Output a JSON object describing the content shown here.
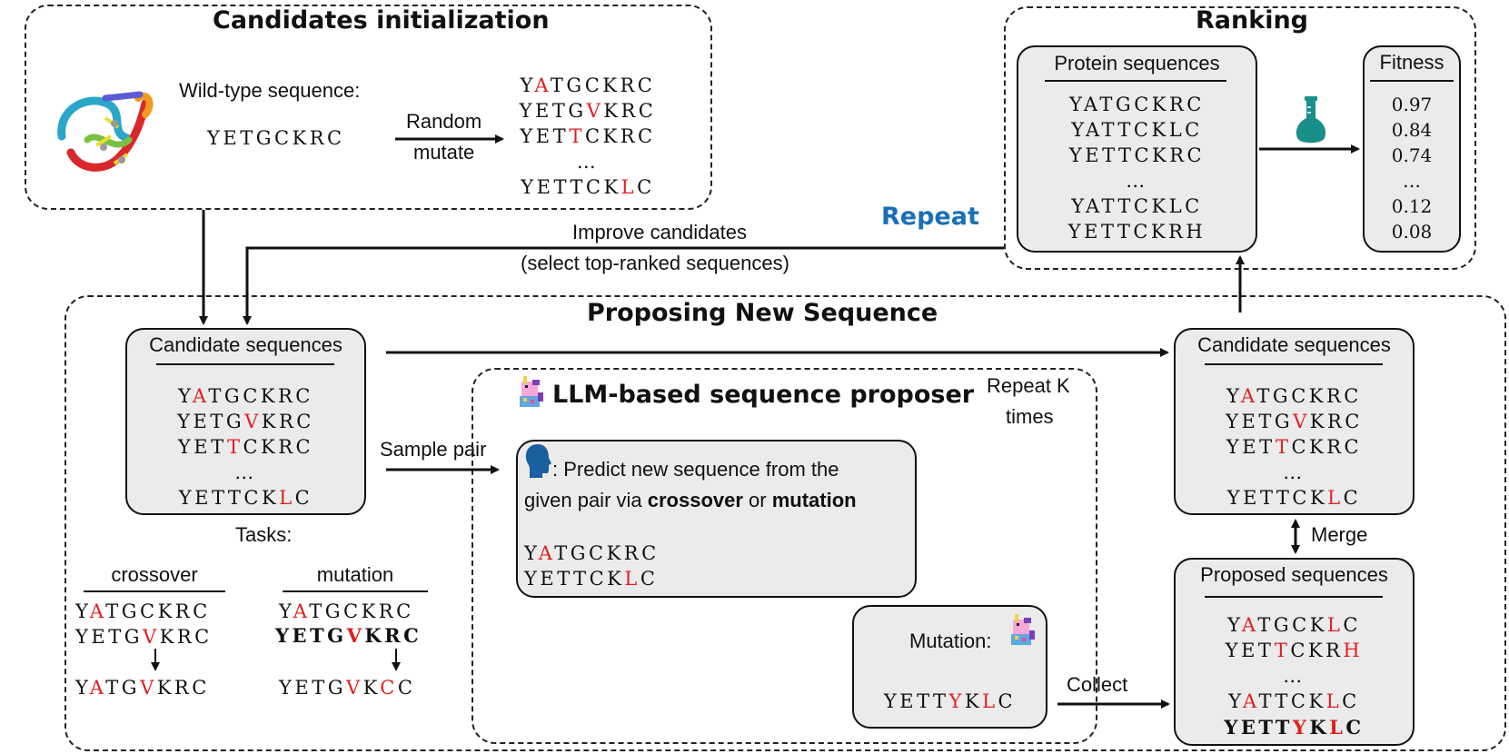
{
  "init": {
    "title": "Candidates initialization",
    "wild_type_label": "Wild-type sequence:",
    "wild_type_seq": "YETGCKRC",
    "arrow_label_1": "Random",
    "arrow_label_2": "mutate",
    "seqs": [
      "Y[A]TGCKRC",
      "YETG[V]KRC",
      "YET[T]CKRC",
      "...",
      "YETTCK[L]C"
    ]
  },
  "ranking": {
    "title": "Ranking",
    "protein_header": "Protein sequences",
    "protein_seqs": [
      "YATGCKRC",
      "YATTCKLC",
      "YETTCKRC",
      "...",
      "YATTCKLC",
      "YETTCKRH"
    ],
    "fitness_header": "Fitness",
    "fitness_values": [
      "0.97",
      "0.84",
      "0.74",
      "...",
      "0.12",
      "0.08"
    ]
  },
  "loop": {
    "repeat": "Repeat",
    "improve_1": "Improve candidates",
    "improve_2": "(select top-ranked sequences)"
  },
  "propose": {
    "title": "Proposing  New Sequence",
    "candidates_header": "Candidate sequences",
    "candidate_seqs": [
      "Y[A]TGCKRC",
      "YETG[V]KRC",
      "YET[T]CKRC",
      "...",
      "YETTCK[L]C"
    ],
    "tasks_label": "Tasks:",
    "crossover_header": "crossover",
    "crossover_parents": [
      "Y[A]TGCKRC",
      "YETG[V]KRC"
    ],
    "crossover_child": "Y[A]TG[V]KRC",
    "mutation_header": "mutation",
    "mutation_parents": [
      "Y[A]TGCKRC",
      "YETG[V]KRC"
    ],
    "mutation_child": "YETG[V]K[C]C",
    "sample_pair": "Sample pair",
    "llm_title": "LLM-based sequence proposer",
    "repeat_k_1": "Repeat K",
    "repeat_k_2": "times",
    "prompt_text_1": ": Predict new sequence from the",
    "prompt_text_2": "given pair via ",
    "prompt_bold_1": "crossover",
    "prompt_or": " or ",
    "prompt_bold_2": "mutation",
    "prompt_seqs": [
      "Y[A]TGCKRC",
      "YETTCK[L]C"
    ],
    "mutation_label": "Mutation:",
    "mutation_result": "YETT[Y]K[L]C",
    "collect": "Collect",
    "right_candidates_header": "Candidate sequences",
    "right_candidate_seqs": [
      "Y[A]TGCKRC",
      "YETG[V]KRC",
      "YET[T]CKRC",
      "...",
      "YETTCK[L]C"
    ],
    "merge": "Merge",
    "proposed_header": "Proposed sequences",
    "proposed_seqs": [
      "Y[A]TGCK[L]C",
      "YET[T]CKR[H]",
      "...",
      "Y[A]TTCK[L]C"
    ],
    "proposed_bold_seq": "YETT[Y]K[L]C"
  },
  "colors": {
    "mutation": "#e02020",
    "repeat": "#1a6fb5",
    "box_fill": "#ebebeb",
    "flask": "#1a8f8a",
    "head": "#1a5f9e"
  }
}
